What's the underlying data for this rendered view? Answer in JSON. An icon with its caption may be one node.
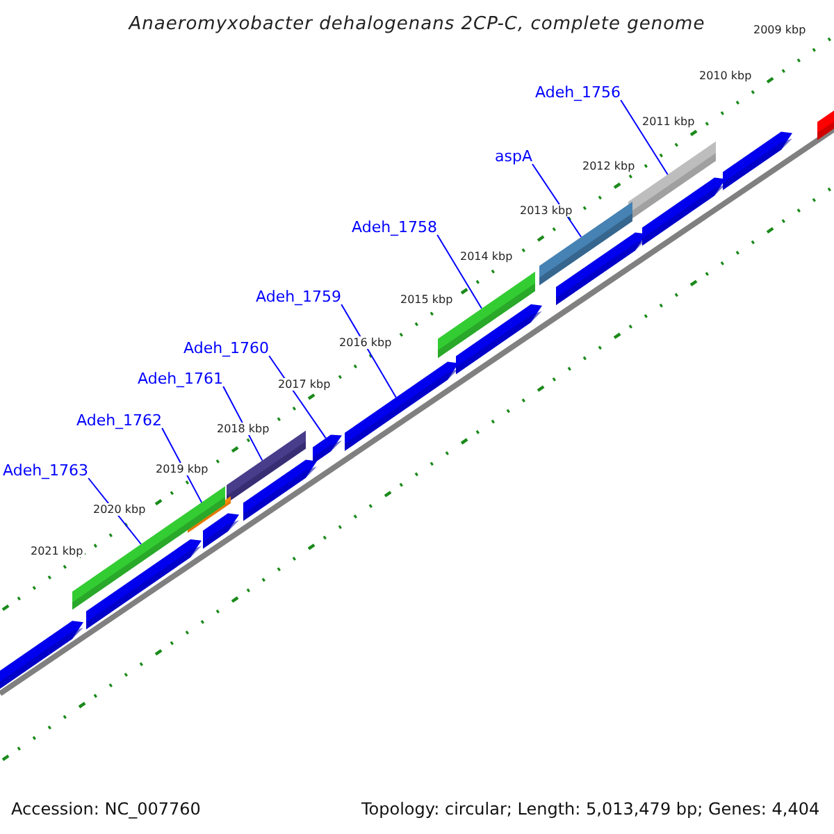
{
  "diagram": {
    "title": "Anaeromyxobacter dehalogenans 2CP-C, complete genome",
    "nodes": [
      {
        "text": [
          "Adeh_1756"
        ]
      },
      {
        "text": [
          "aspA"
        ]
      },
      {
        "text": [
          "Adeh_1758"
        ]
      },
      {
        "text": [
          "Adeh_1759"
        ]
      },
      {
        "text": [
          "Adeh_1760"
        ]
      },
      {
        "text": [
          "Adeh_1761"
        ]
      },
      {
        "text": [
          "Adeh_1762"
        ]
      },
      {
        "text": [
          "Adeh_1763"
        ]
      },
      {
        "text": [],
        "shape": "bar"
      },
      {
        "text": [],
        "shape": "bar"
      },
      {
        "text": [],
        "shape": "bar"
      },
      {
        "text": [],
        "shape": "bar"
      },
      {
        "text": [],
        "shape": "bar"
      },
      {
        "text": [],
        "shape": "bar"
      },
      {
        "text": [],
        "shape": "bar"
      },
      {
        "text": [],
        "shape": "bar"
      }
    ],
    "edges": [
      {
        "from": 0,
        "to": 8,
        "arrow": "none"
      },
      {
        "from": 1,
        "to": 9,
        "arrow": "none"
      },
      {
        "from": 2,
        "to": 10,
        "arrow": "none"
      },
      {
        "from": 3,
        "to": 11,
        "arrow": "none"
      },
      {
        "from": 4,
        "to": 12,
        "arrow": "none"
      },
      {
        "from": 5,
        "to": 13,
        "arrow": "none"
      },
      {
        "from": 6,
        "to": 14,
        "arrow": "none"
      },
      {
        "from": 7,
        "to": 15,
        "arrow": "none"
      }
    ],
    "labels": [
      "2009 kbp",
      "2010 kbp",
      "2011 kbp",
      "2012 kbp",
      "2013 kbp",
      "2014 kbp",
      "2015 kbp",
      "2016 kbp",
      "2017 kbp",
      "2018 kbp",
      "2019 kbp",
      "2020 kbp",
      "2021 kbp",
      "Accession: NC_007760",
      "Topology: circular; Length: 5,013,479 bp; Genes: 4,404"
    ]
  }
}
